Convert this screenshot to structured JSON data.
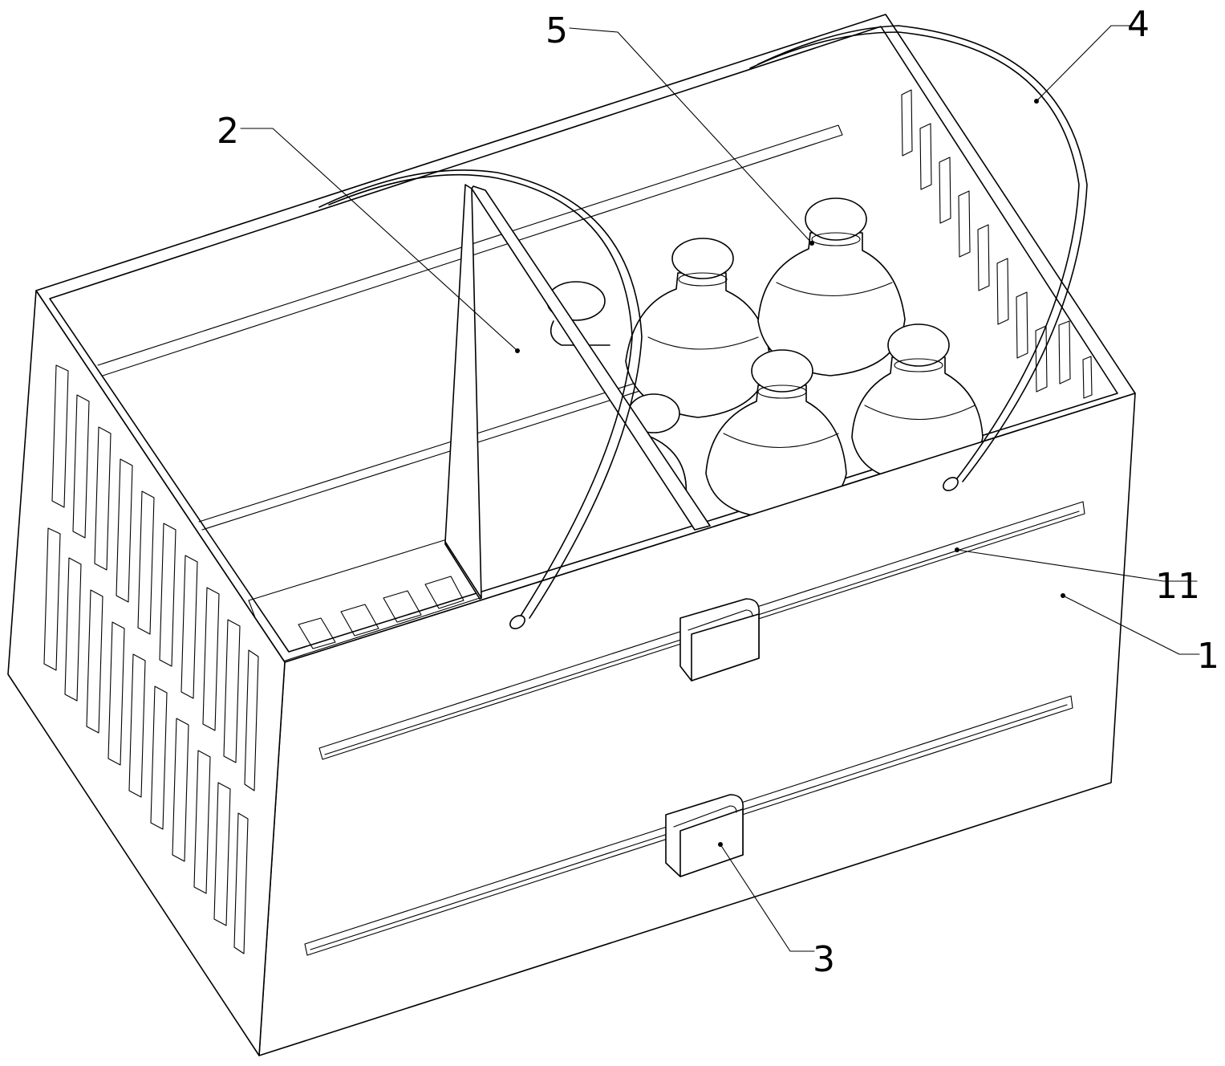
{
  "figure": {
    "labels": {
      "box": "1",
      "partition": "2",
      "clip": "3",
      "handle": "4",
      "bottle": "5",
      "slide_groove": "11"
    }
  }
}
